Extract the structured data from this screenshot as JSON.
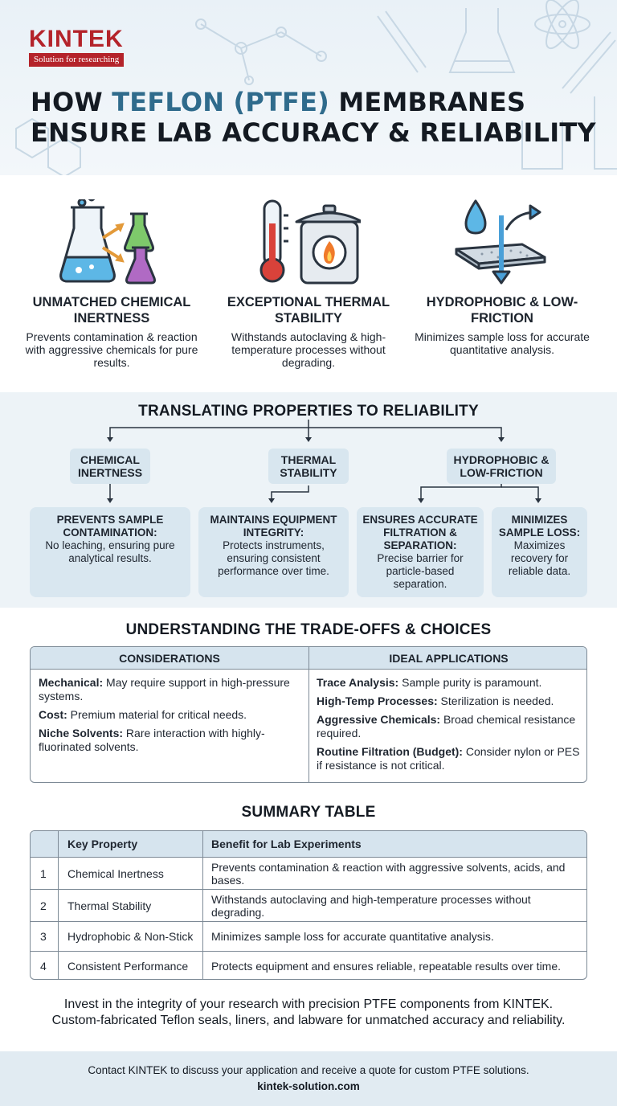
{
  "brand": {
    "name": "KINTEK",
    "tagline": "Solution for researching",
    "color": "#b4232a"
  },
  "header": {
    "title_prefix": "HOW ",
    "title_accent": "TEFLON (PTFE)",
    "title_rest": " MEMBRANES ENSURE LAB ACCURACY & RELIABILITY"
  },
  "features": [
    {
      "icon": "flask-icon",
      "title": "Unmatched Chemical Inertness",
      "desc": "Prevents contamination & reaction with aggressive chemicals for pure results."
    },
    {
      "icon": "thermometer-autoclave-icon",
      "title": "Exceptional Thermal Stability",
      "desc": "Withstands autoclaving & high-temperature processes without degrading."
    },
    {
      "icon": "water-drop-membrane-icon",
      "title": "Hydrophobic & Low-Friction",
      "desc": "Minimizes sample loss for accurate quantitative analysis."
    }
  ],
  "translating": {
    "title": "TRANSLATING PROPERTIES TO RELIABILITY",
    "properties": [
      "Chemical Inertness",
      "Thermal Stability",
      "Hydrophobic & Low-Friction"
    ],
    "results": [
      {
        "title": "Prevents Sample Contamination:",
        "desc": "No leaching, ensuring pure analytical results."
      },
      {
        "title": "Maintains Equipment Integrity:",
        "desc": "Protects instruments, ensuring consistent performance over time."
      },
      {
        "title": "Ensures Accurate Filtration & Separation:",
        "desc": "Precise barrier for particle-based separation."
      },
      {
        "title": "Minimizes Sample Loss:",
        "desc": "Maximizes recovery for reliable data."
      }
    ]
  },
  "tradeoffs": {
    "title": "UNDERSTANDING THE TRADE-OFFS & CHOICES",
    "col1_header": "Considerations",
    "col2_header": "Ideal Applications",
    "considerations": [
      {
        "label": "Mechanical:",
        "text": " May require support in high-pressure systems."
      },
      {
        "label": "Cost:",
        "text": " Premium material for critical needs."
      },
      {
        "label": "Niche Solvents:",
        "text": " Rare interaction with highly-fluorinated solvents."
      }
    ],
    "applications": [
      {
        "label": "Trace Analysis:",
        "text": " Sample purity is paramount."
      },
      {
        "label": "High-Temp Processes:",
        "text": " Sterilization is needed."
      },
      {
        "label": "Aggressive Chemicals:",
        "text": " Broad chemical resistance required."
      },
      {
        "label": "Routine Filtration (Budget):",
        "text": " Consider nylon or PES if resistance is not critical."
      }
    ]
  },
  "summary": {
    "title": "SUMMARY TABLE",
    "headers": [
      "",
      "Key Property",
      "Benefit for Lab Experiments"
    ],
    "rows": [
      {
        "num": "1",
        "property": "Chemical Inertness",
        "benefit": "Prevents contamination & reaction with aggressive solvents, acids, and bases."
      },
      {
        "num": "2",
        "property": "Thermal Stability",
        "benefit": "Withstands autoclaving and high-temperature processes without degrading."
      },
      {
        "num": "3",
        "property": "Hydrophobic & Non-Stick",
        "benefit": "Minimizes sample loss for accurate quantitative analysis."
      },
      {
        "num": "4",
        "property": "Consistent Performance",
        "benefit": "Protects equipment and ensures reliable, repeatable results over time."
      }
    ]
  },
  "cta": {
    "line1": "Invest in the integrity of your research with precision PTFE components from KINTEK.",
    "line2": "Custom-fabricated Teflon seals, liners, and labware for unmatched accuracy and reliability."
  },
  "footer": {
    "text": "Contact KINTEK to discuss your application and receive a quote for custom PTFE solutions.",
    "url": "kintek-solution.com"
  }
}
